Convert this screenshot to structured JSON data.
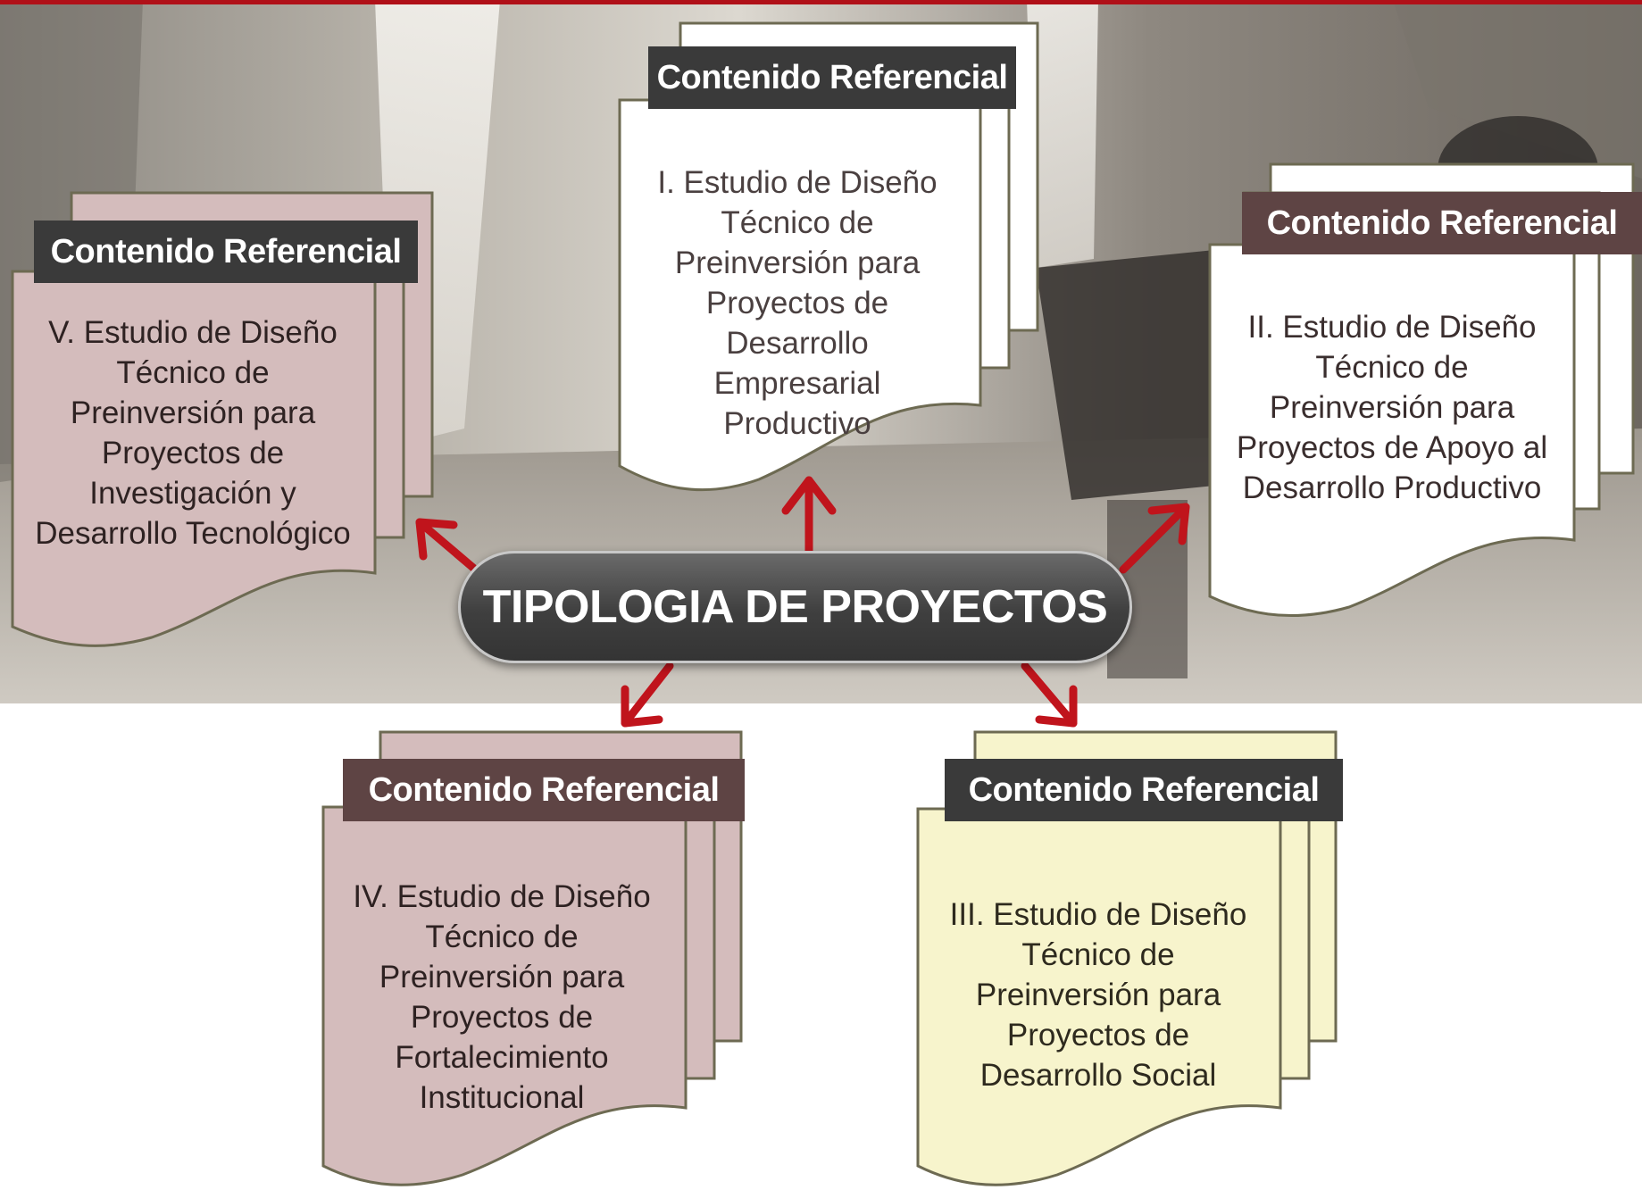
{
  "diagram": {
    "center": {
      "label": "TIPOLOGIA DE PROYECTOS"
    },
    "cards": [
      {
        "id": "I",
        "tag": "Contenido Referencial",
        "text": "I. Estudio de Diseño Técnico de Preinversión para Proyectos de Desarrollo Empresarial Productivo"
      },
      {
        "id": "II",
        "tag": "Contenido Referencial",
        "text": "II. Estudio de Diseño Técnico de Preinversión para Proyectos de Apoyo al Desarrollo Productivo"
      },
      {
        "id": "III",
        "tag": "Contenido Referencial",
        "text": "III. Estudio de Diseño Técnico de Preinversión para Proyectos de Desarrollo Social"
      },
      {
        "id": "IV",
        "tag": "Contenido Referencial",
        "text": "IV. Estudio de Diseño Técnico de Preinversión para Proyectos de Fortalecimiento Institucional"
      },
      {
        "id": "V",
        "tag": "Contenido Referencial",
        "text": "V. Estudio de Diseño Técnico de Preinversión para Proyectos de Investigación y Desarrollo Tecnológico"
      }
    ]
  },
  "colors": {
    "accent": "#b01018",
    "arrow": "#c0141c",
    "tag_dark": "#3a3a3a",
    "tag_brown": "#5e4444",
    "card_white": "#ffffff",
    "card_pink": "#d4bcbc",
    "card_cream": "#f7f4cc",
    "card_border": "#6d6a52"
  }
}
